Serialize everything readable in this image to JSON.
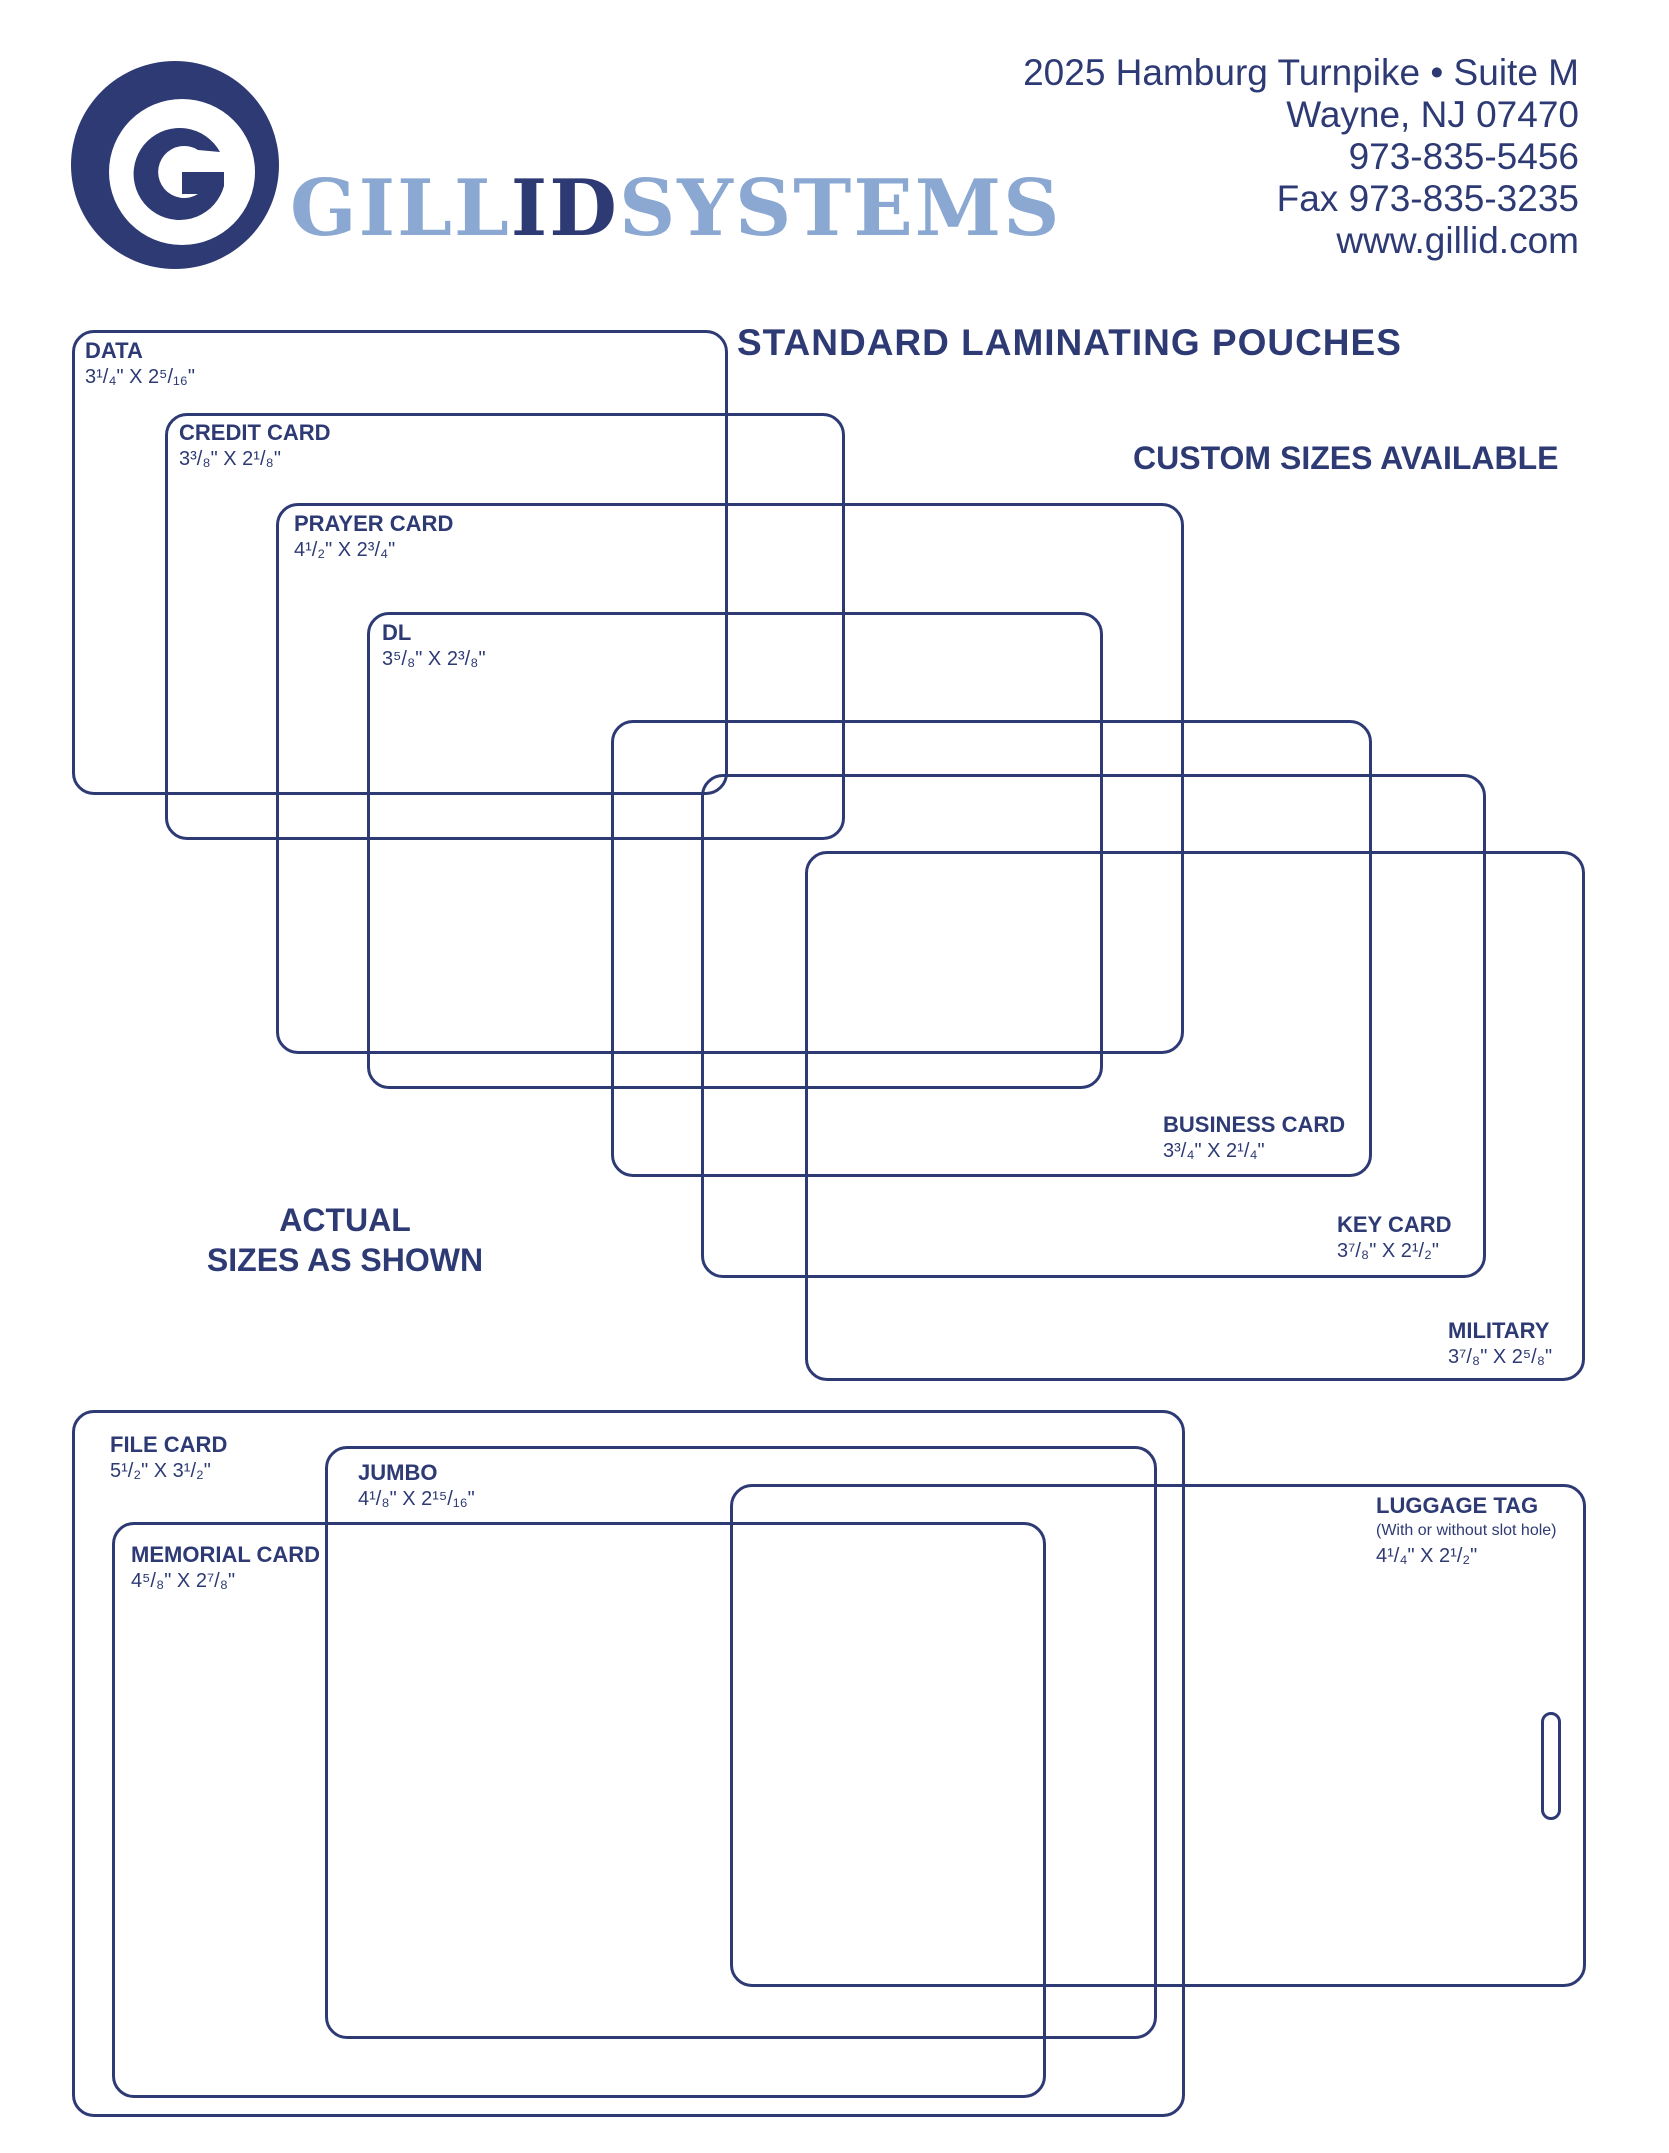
{
  "header": {
    "brand_light_1": "GILL",
    "brand_dark": "ID",
    "brand_light_2": "SYSTEMS",
    "address": {
      "line1": "2025 Hamburg Turnpike • Suite M",
      "line2": "Wayne, NJ 07470",
      "phone": "973-835-5456",
      "fax": "Fax 973-835-3235",
      "website": "www.gillid.com"
    }
  },
  "headings": {
    "main": "STANDARD LAMINATING POUCHES",
    "custom": "CUSTOM SIZES AVAILABLE",
    "actual_line1": "ACTUAL",
    "actual_line2": "SIZES AS SHOWN"
  },
  "pouches": {
    "data": {
      "name": "DATA",
      "size": "3¹/₄\" X 2⁵/₁₆\""
    },
    "credit_card": {
      "name": "CREDIT CARD",
      "size": "3³/₈\" X 2¹/₈\""
    },
    "prayer_card": {
      "name": "PRAYER CARD",
      "size": "4¹/₂\" X 2³/₄\""
    },
    "dl": {
      "name": "DL",
      "size": "3⁵/₈\" X 2³/₈\""
    },
    "business_card": {
      "name": "BUSINESS CARD",
      "size": "3³/₄\" X 2¹/₄\""
    },
    "key_card": {
      "name": "KEY CARD",
      "size": "3⁷/₈\" X 2¹/₂\""
    },
    "military": {
      "name": "MILITARY",
      "size": "3⁷/₈\" X 2⁵/₈\""
    },
    "file_card": {
      "name": "FILE CARD",
      "size": "5¹/₂\" X 3¹/₂\""
    },
    "jumbo": {
      "name": "JUMBO",
      "size": "4¹/₈\" X 2¹⁵/₁₆\""
    },
    "memorial_card": {
      "name": "MEMORIAL CARD",
      "size": "4⁵/₈\" X 2⁷/₈\""
    },
    "luggage_tag": {
      "name": "LUGGAGE TAG",
      "note": "(With or without slot hole)",
      "size": "4¹/₄\" X 2¹/₂\""
    }
  },
  "colors": {
    "brand_dark": "#2d3a74",
    "brand_light": "#8aa8d2"
  },
  "icons": {
    "logo": "gillid-g-logo-icon"
  }
}
